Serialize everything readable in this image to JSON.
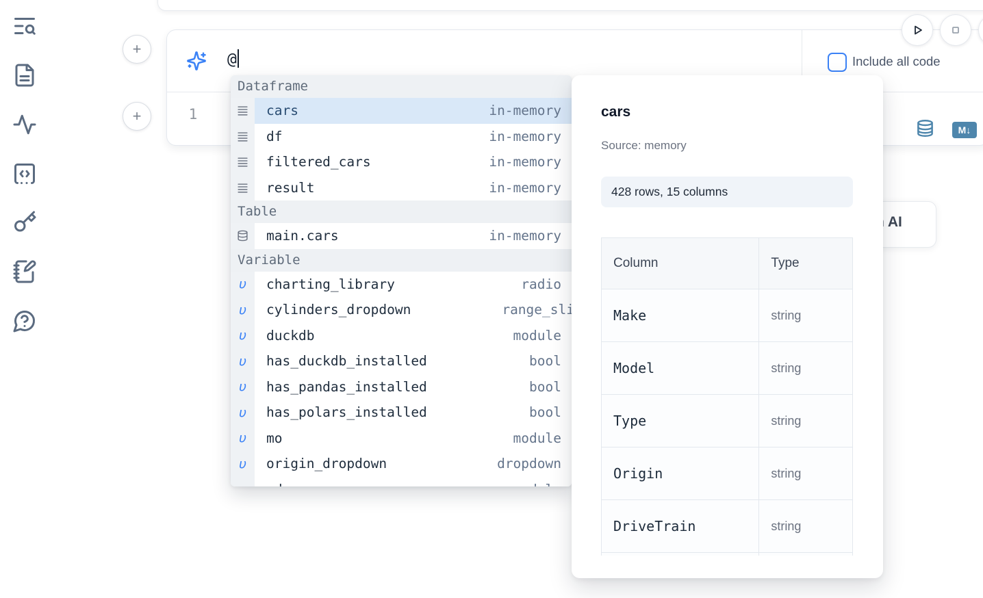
{
  "sidebar": {
    "items": [
      {
        "icon": "list-search-icon"
      },
      {
        "icon": "file-text-icon"
      },
      {
        "icon": "activity-icon"
      },
      {
        "icon": "code-snippet-icon"
      },
      {
        "icon": "key-icon"
      },
      {
        "icon": "notebook-pen-icon"
      },
      {
        "icon": "help-circle-icon"
      }
    ]
  },
  "run_controls": {
    "icons": [
      "play-icon",
      "stop-icon",
      "clipped-circle-button"
    ]
  },
  "toolbar": {
    "include_all_code_label": "Include all code"
  },
  "cell": {
    "add_cell_button_label": "+",
    "prompt_icon": "sparkles-icon",
    "prompt_value": "@",
    "line_number": "1",
    "editor_icons": {
      "database_icon": "database-icon",
      "markdown_badge": "M↓"
    }
  },
  "autocomplete": {
    "sections": [
      {
        "label": "Dataframe",
        "items": [
          {
            "icon": "dataframe-icon",
            "name": "cars",
            "detail": "in-memory",
            "selected": true
          },
          {
            "icon": "dataframe-icon",
            "name": "df",
            "detail": "in-memory"
          },
          {
            "icon": "dataframe-icon",
            "name": "filtered_cars",
            "detail": "in-memory"
          },
          {
            "icon": "dataframe-icon",
            "name": "result",
            "detail": "in-memory"
          }
        ]
      },
      {
        "label": "Table",
        "items": [
          {
            "icon": "database-icon",
            "name": "main.cars",
            "detail": "in-memory"
          }
        ]
      },
      {
        "label": "Variable",
        "items": [
          {
            "icon": "variable-icon",
            "name": "charting_library",
            "detail": "radio"
          },
          {
            "icon": "variable-icon",
            "name": "cylinders_dropdown",
            "detail": "range_sli",
            "clipped_detail": true
          },
          {
            "icon": "variable-icon",
            "name": "duckdb",
            "detail": "module"
          },
          {
            "icon": "variable-icon",
            "name": "has_duckdb_installed",
            "detail": "bool"
          },
          {
            "icon": "variable-icon",
            "name": "has_pandas_installed",
            "detail": "bool"
          },
          {
            "icon": "variable-icon",
            "name": "has_polars_installed",
            "detail": "bool"
          },
          {
            "icon": "variable-icon",
            "name": "mo",
            "detail": "module"
          },
          {
            "icon": "variable-icon",
            "name": "origin_dropdown",
            "detail": "dropdown"
          },
          {
            "icon": "variable-icon",
            "name": "pd",
            "detail": "module",
            "clipped_row": true
          }
        ]
      }
    ]
  },
  "preview": {
    "title": "cars",
    "source_label": "Source: memory",
    "stats": "428 rows, 15 columns",
    "schema_table": {
      "headers": [
        "Column",
        "Type"
      ],
      "rows": [
        [
          "Make",
          "string"
        ],
        [
          "Model",
          "string"
        ],
        [
          "Type",
          "string"
        ],
        [
          "Origin",
          "string"
        ],
        [
          "DriveTrain",
          "string"
        ],
        [
          "",
          ""
        ]
      ]
    }
  },
  "generate_ai_button": {
    "visible_label": "h AI"
  }
}
